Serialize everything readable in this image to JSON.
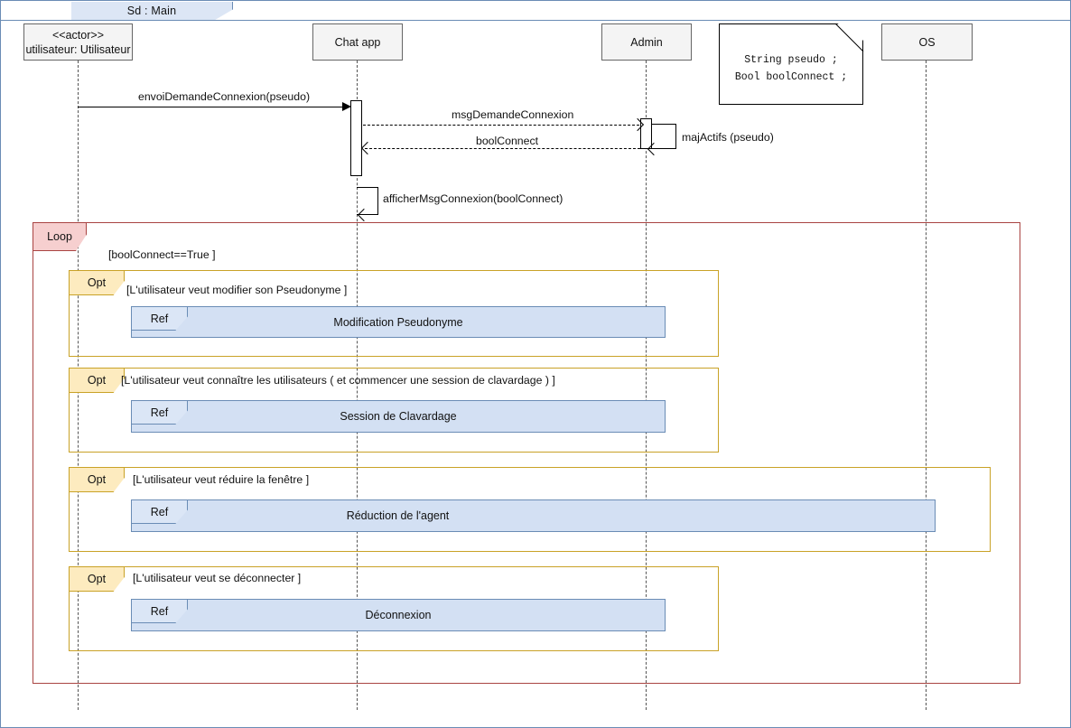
{
  "diagram": {
    "title": "Sd :  Main",
    "kind": "uml-sequence-diagram"
  },
  "lifelines": [
    {
      "id": "utilisateur",
      "stereotype": "<<actor>>",
      "label": "utilisateur: Utilisateur"
    },
    {
      "id": "chatapp",
      "stereotype": "",
      "label": "Chat app"
    },
    {
      "id": "admin",
      "stereotype": "",
      "label": "Admin"
    },
    {
      "id": "os",
      "stereotype": "",
      "label": "OS"
    }
  ],
  "note": {
    "line1": "String pseudo ;",
    "line2": "Bool boolConnect ;"
  },
  "messages": [
    {
      "id": "m1",
      "label": "envoiDemandeConnexion(pseudo)",
      "style": "solid",
      "from": "utilisateur",
      "to": "chatapp"
    },
    {
      "id": "m2",
      "label": "msgDemandeConnexion",
      "style": "dashed",
      "from": "chatapp",
      "to": "admin"
    },
    {
      "id": "m3",
      "label": "boolConnect",
      "style": "dashed",
      "from": "admin",
      "to": "chatapp"
    },
    {
      "id": "m4",
      "label": "majActifs (pseudo)",
      "style": "self",
      "from": "admin",
      "to": "admin"
    },
    {
      "id": "m5",
      "label": "afficherMsgConnexion(boolConnect)",
      "style": "self",
      "from": "chatapp",
      "to": "chatapp"
    }
  ],
  "fragments": {
    "loop": {
      "operator": "Loop",
      "guard": "[boolConnect==True ]",
      "accent": "#a94442",
      "tab_fill": "#f6cfcf"
    },
    "opts": [
      {
        "operator": "Opt",
        "guard": "[L'utilisateur veut modifier son Pseudonyme ]",
        "ref_tab": "Ref",
        "ref_title": "Modification Pseudonyme"
      },
      {
        "operator": "Opt",
        "guard": "[L'utilisateur veut connaître les utilisateurs ( et commencer une session de clavardage ) ]",
        "ref_tab": "Ref",
        "ref_title": "Session de Clavardage"
      },
      {
        "operator": "Opt",
        "guard": "[L'utilisateur veut réduire la fenêtre ]",
        "ref_tab": "Ref",
        "ref_title": "Réduction de l'agent"
      },
      {
        "operator": "Opt",
        "guard": "[L'utilisateur veut se déconnecter ]",
        "ref_tab": "Ref",
        "ref_title": "Déconnexion"
      }
    ],
    "opt_accent": "#c9a227",
    "opt_tab_fill": "#fdebbf",
    "ref_fill": "#d3e0f3",
    "ref_accent": "#6a8cb5"
  }
}
